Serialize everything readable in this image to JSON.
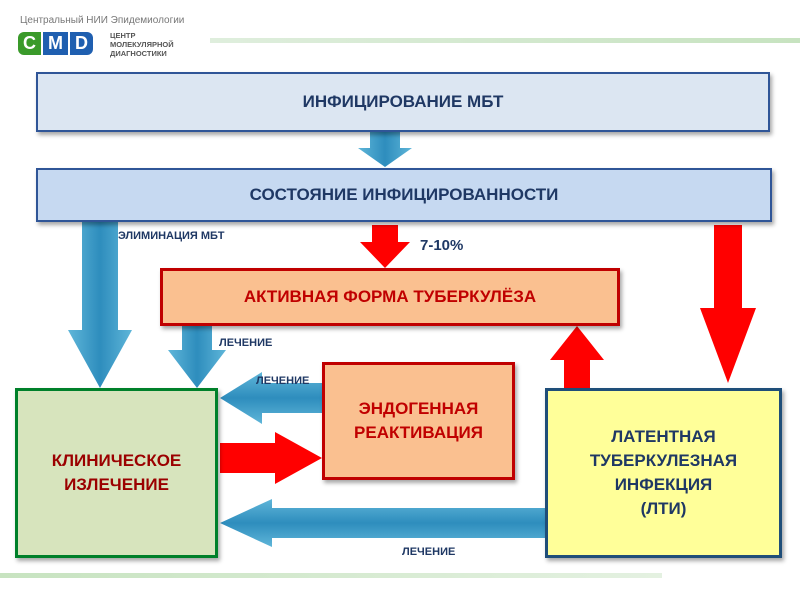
{
  "logo": {
    "institute": "Центральный НИИ Эпидемиологии",
    "brand": "CMD",
    "subtitle": [
      "ЦЕНТР",
      "МОЛЕКУЛЯРНОЙ",
      "ДИАГНОСТИКИ"
    ]
  },
  "boxes": {
    "infection": "ИНФИЦИРОВАНИЕ МБТ",
    "state": "СОСТОЯНИЕ ИНФИЦИРОВАННОСТИ",
    "active": "АКТИВНАЯ ФОРМА ТУБЕРКУЛЁЗА",
    "endogenous": [
      "ЭНДОГЕННАЯ",
      "РЕАКТИВАЦИЯ"
    ],
    "clinical": [
      "КЛИНИЧЕСКОЕ",
      "ИЗЛЕЧЕНИЕ"
    ],
    "latent": [
      "ЛАТЕНТНАЯ",
      "ТУБЕРКУЛЕЗНАЯ",
      "ИНФЕКЦИЯ",
      "(ЛТИ)"
    ]
  },
  "labels": {
    "elimination": "ЭЛИМИНАЦИЯ МБТ",
    "percent": "7-10%",
    "treatment1": "ЛЕЧЕНИЕ",
    "treatment2": "ЛЕЧЕНИЕ",
    "treatment3": "ЛЕЧЕНИЕ"
  },
  "colors": {
    "blue_arrow": "#3d9cc6",
    "red_arrow": "#ff0000"
  }
}
